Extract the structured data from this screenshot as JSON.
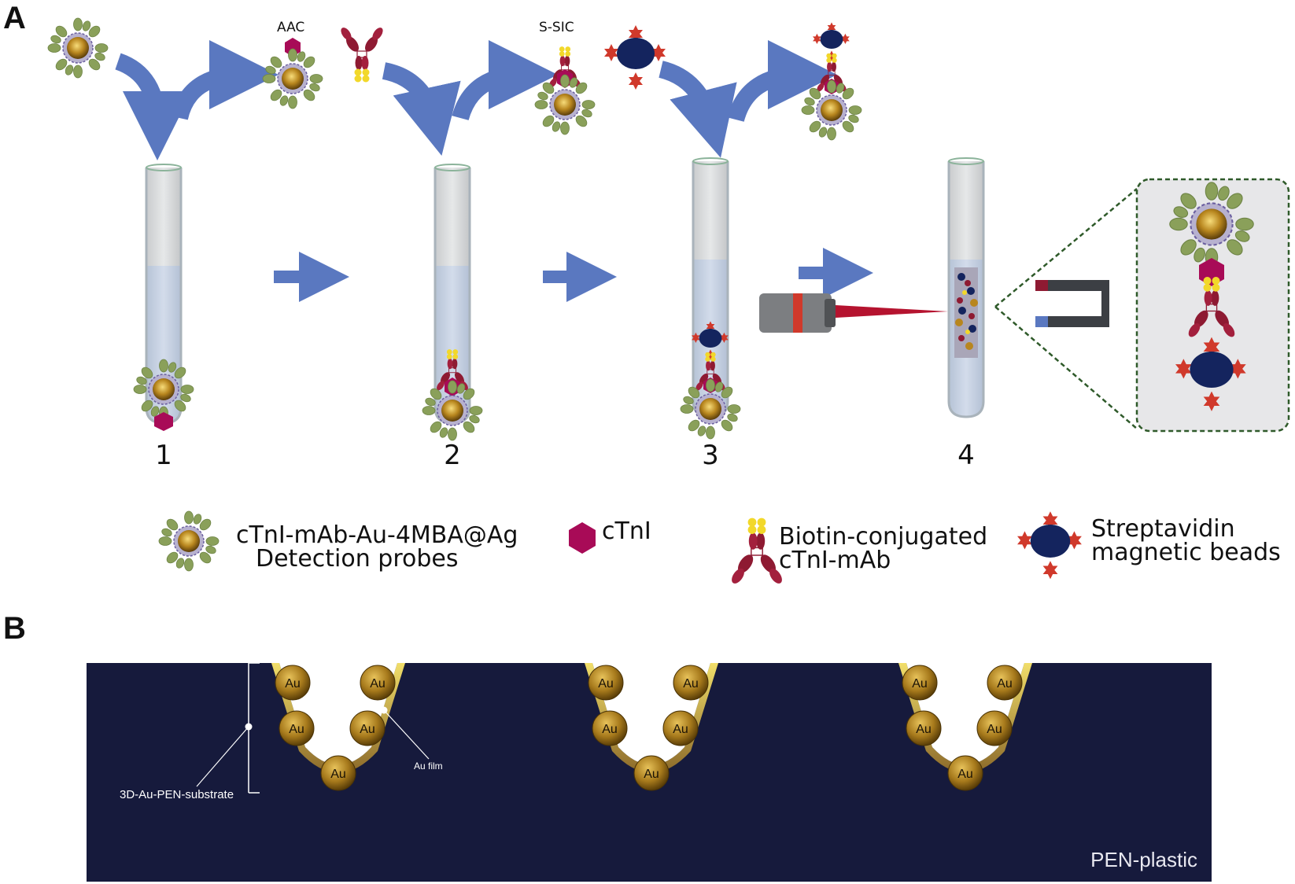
{
  "panel_a": {
    "letter": "A",
    "label_aac": "AAC",
    "label_ssic": "S-SIC",
    "tube_numbers": [
      "1",
      "2",
      "3",
      "4"
    ],
    "legend": {
      "probe_line1": "cTnI-mAb-Au-4MBA@Ag",
      "probe_line2": "Detection probes",
      "ctni": "cTnI",
      "biotin_line1": "Biotin-conjugated",
      "biotin_line2": "cTnI-mAb",
      "strep_line1": "Streptavidin",
      "strep_line2": "magnetic beads"
    }
  },
  "panel_b": {
    "letter": "B",
    "au_labels": [
      "Au",
      "Au",
      "Au",
      "Au",
      "Au",
      "Au",
      "Au",
      "Au",
      "Au",
      "Au",
      "Au",
      "Au",
      "Au",
      "Au",
      "Au"
    ],
    "substrate_label": "3D-Au-PEN-substrate",
    "film_label": "Au film",
    "plastic_label": "PEN-plastic"
  },
  "colors": {
    "arrow_blue": "#5a78c0",
    "antibody_red": "#8e1a32",
    "ctni_magenta": "#a80b57",
    "biotin_yellow": "#f2d82a",
    "bead_navy": "#14245e",
    "streptavidin_red": "#d0392b",
    "probe_green": "#8aa05a",
    "gold": "#b8861e",
    "substrate_navy": "#161a3c",
    "dashed_green": "#2f5a2a"
  }
}
